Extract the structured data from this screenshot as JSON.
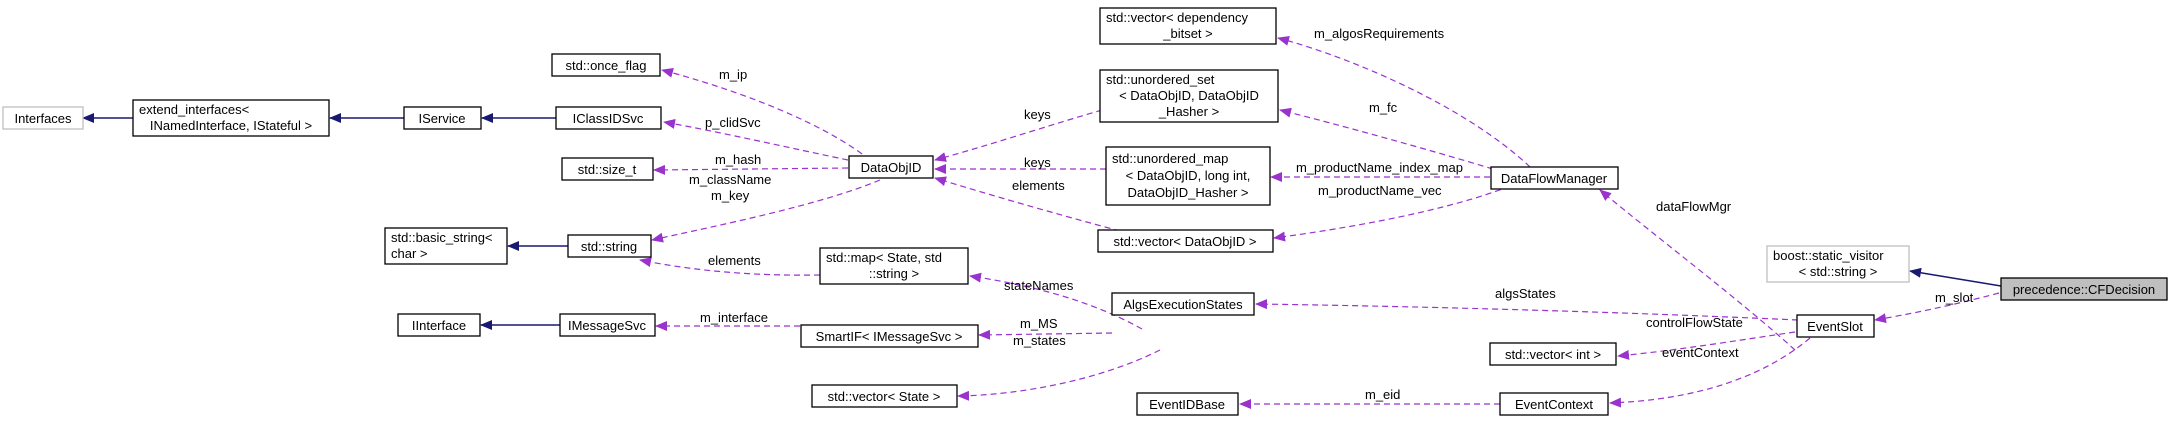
{
  "nodes": {
    "interfaces": "Interfaces",
    "extend_interfaces_1": "extend_interfaces<",
    "extend_interfaces_2": " INamedInterface, IStateful >",
    "iservice": "IService",
    "iclassidsvc": "IClassIDSvc",
    "once_flag": "std::once_flag",
    "size_t": "std::size_t",
    "basic_string_1": "std::basic_string<",
    "basic_string_2": "char >",
    "string": "std::string",
    "iinterface": "IInterface",
    "imessagesvc": "IMessageSvc",
    "dataobjid": "DataObjID",
    "vector_dependency_1": "std::vector< dependency",
    "vector_dependency_2": "_bitset >",
    "unordered_set_1": "std::unordered_set",
    "unordered_set_2": "< DataObjID, DataObjID",
    "unordered_set_3": "_Hasher >",
    "unordered_map_1": "std::unordered_map",
    "unordered_map_2": "< DataObjID, long int,",
    "unordered_map_3": "DataObjID_Hasher >",
    "vector_dataobjid": "std::vector< DataObjID >",
    "map_state_1": "std::map< State, std",
    "map_state_2": "::string >",
    "smartif": "SmartIF< IMessageSvc >",
    "vector_state": "std::vector< State >",
    "dataflowmanager": "DataFlowManager",
    "algsexecutionstates": "AlgsExecutionStates",
    "eventidbase": "EventIDBase",
    "eventcontext": "EventContext",
    "vector_int": "std::vector< int >",
    "eventslot": "EventSlot",
    "static_visitor_1": "boost::static_visitor",
    "static_visitor_2": "< std::string >",
    "cfdecision": "precedence::CFDecision"
  },
  "edge_labels": {
    "m_ip": "m_ip",
    "p_clidsvc": "p_clidSvc",
    "m_hash": "m_hash",
    "m_classname": "m_className",
    "m_key": "m_key",
    "elements_string": "elements",
    "keys_set": "keys",
    "keys_map": "keys",
    "elements_vector": "elements",
    "m_algosrequirements": "m_algosRequirements",
    "m_fc": "m_fc",
    "m_productname_index_map": "m_productName_index_map",
    "m_productname_vec": "m_productName_vec",
    "statenames": "stateNames",
    "m_interface": "m_interface",
    "m_ms": "m_MS",
    "m_states": "m_states",
    "dataflowmgr": "dataFlowMgr",
    "algsstates": "algsStates",
    "controlflowstate": "controlFlowState",
    "eventcontext": "eventContext",
    "m_eid": "m_eid",
    "m_slot": "m_slot"
  }
}
